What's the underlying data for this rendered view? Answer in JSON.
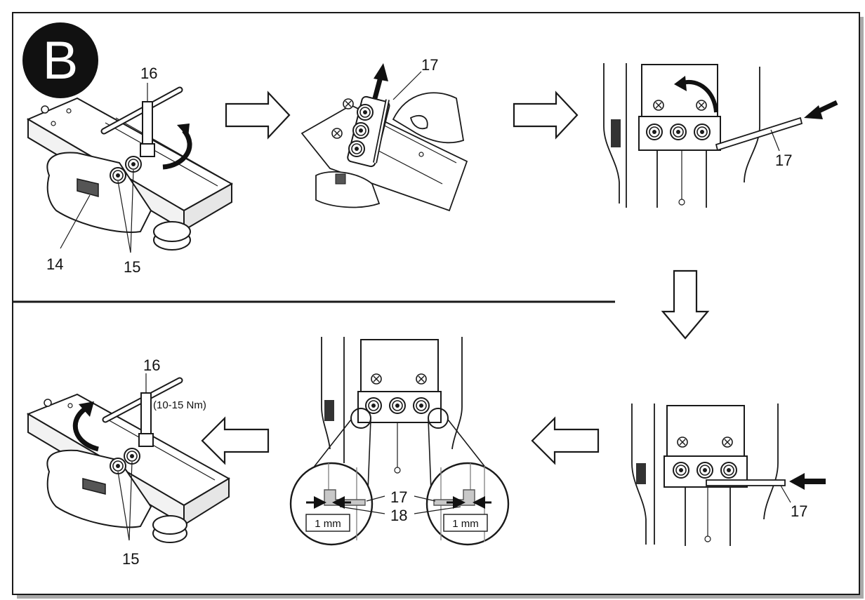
{
  "badge": {
    "letter": "B",
    "fill": "#111111",
    "text_color": "#ffffff"
  },
  "panel1": {
    "callouts": [
      "16",
      "14",
      "15"
    ]
  },
  "panel2": {
    "callouts": [
      "17"
    ]
  },
  "panel3": {
    "callouts": [
      "17"
    ]
  },
  "panel4": {
    "callouts": [
      "17"
    ]
  },
  "panel5": {
    "callouts": [
      "17",
      "18"
    ],
    "gap_left": "1 mm",
    "gap_right": "1 mm"
  },
  "panel6": {
    "callouts": [
      "16",
      "15"
    ],
    "torque": "(10-15 Nm)"
  },
  "colors": {
    "line": "#1a1a1a",
    "shadow": "#9a9a9a",
    "grey_fill": "#c8c8c8"
  },
  "arrows": {
    "top_1": "arrow-right-outline-icon",
    "top_2": "arrow-right-outline-icon",
    "down": "arrow-down-outline-icon",
    "bottom_1": "arrow-left-outline-icon",
    "bottom_2": "arrow-left-outline-icon"
  }
}
